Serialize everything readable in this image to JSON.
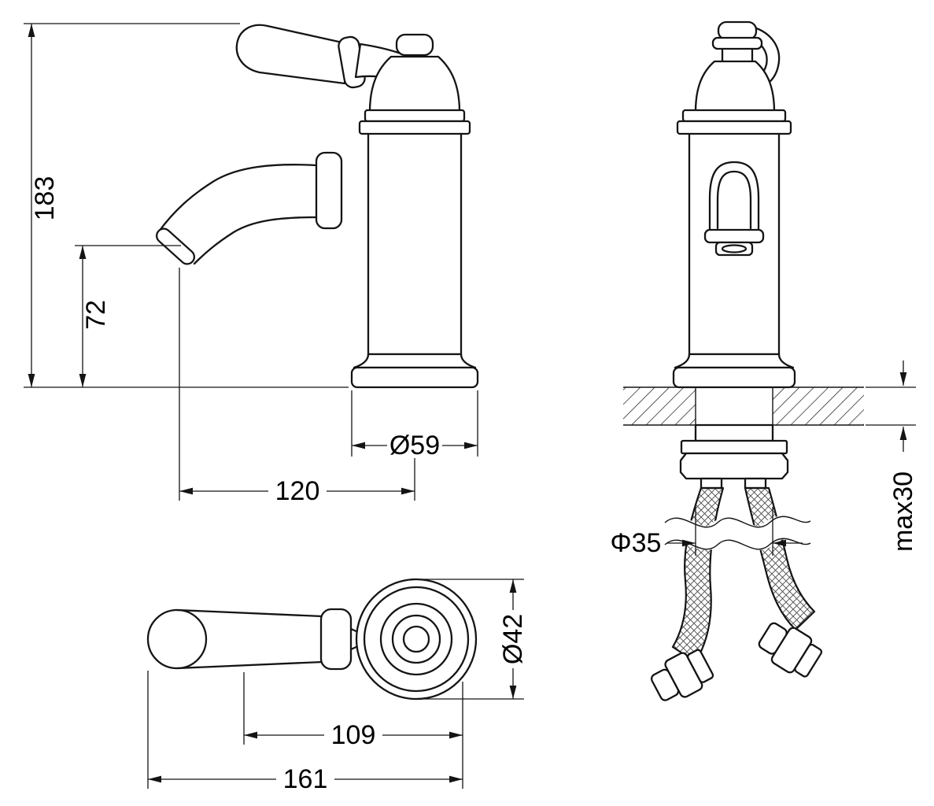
{
  "dimensions": {
    "front": {
      "total_height": "183",
      "spout_height": "72",
      "base_diameter": "Ø59",
      "spout_reach": "120"
    },
    "side": {
      "hole_diameter": "Φ35",
      "max_mounting_thickness": "max30"
    },
    "top": {
      "rosette_diameter": "Ø42",
      "handle_length": "109",
      "overall_length": "161"
    }
  }
}
